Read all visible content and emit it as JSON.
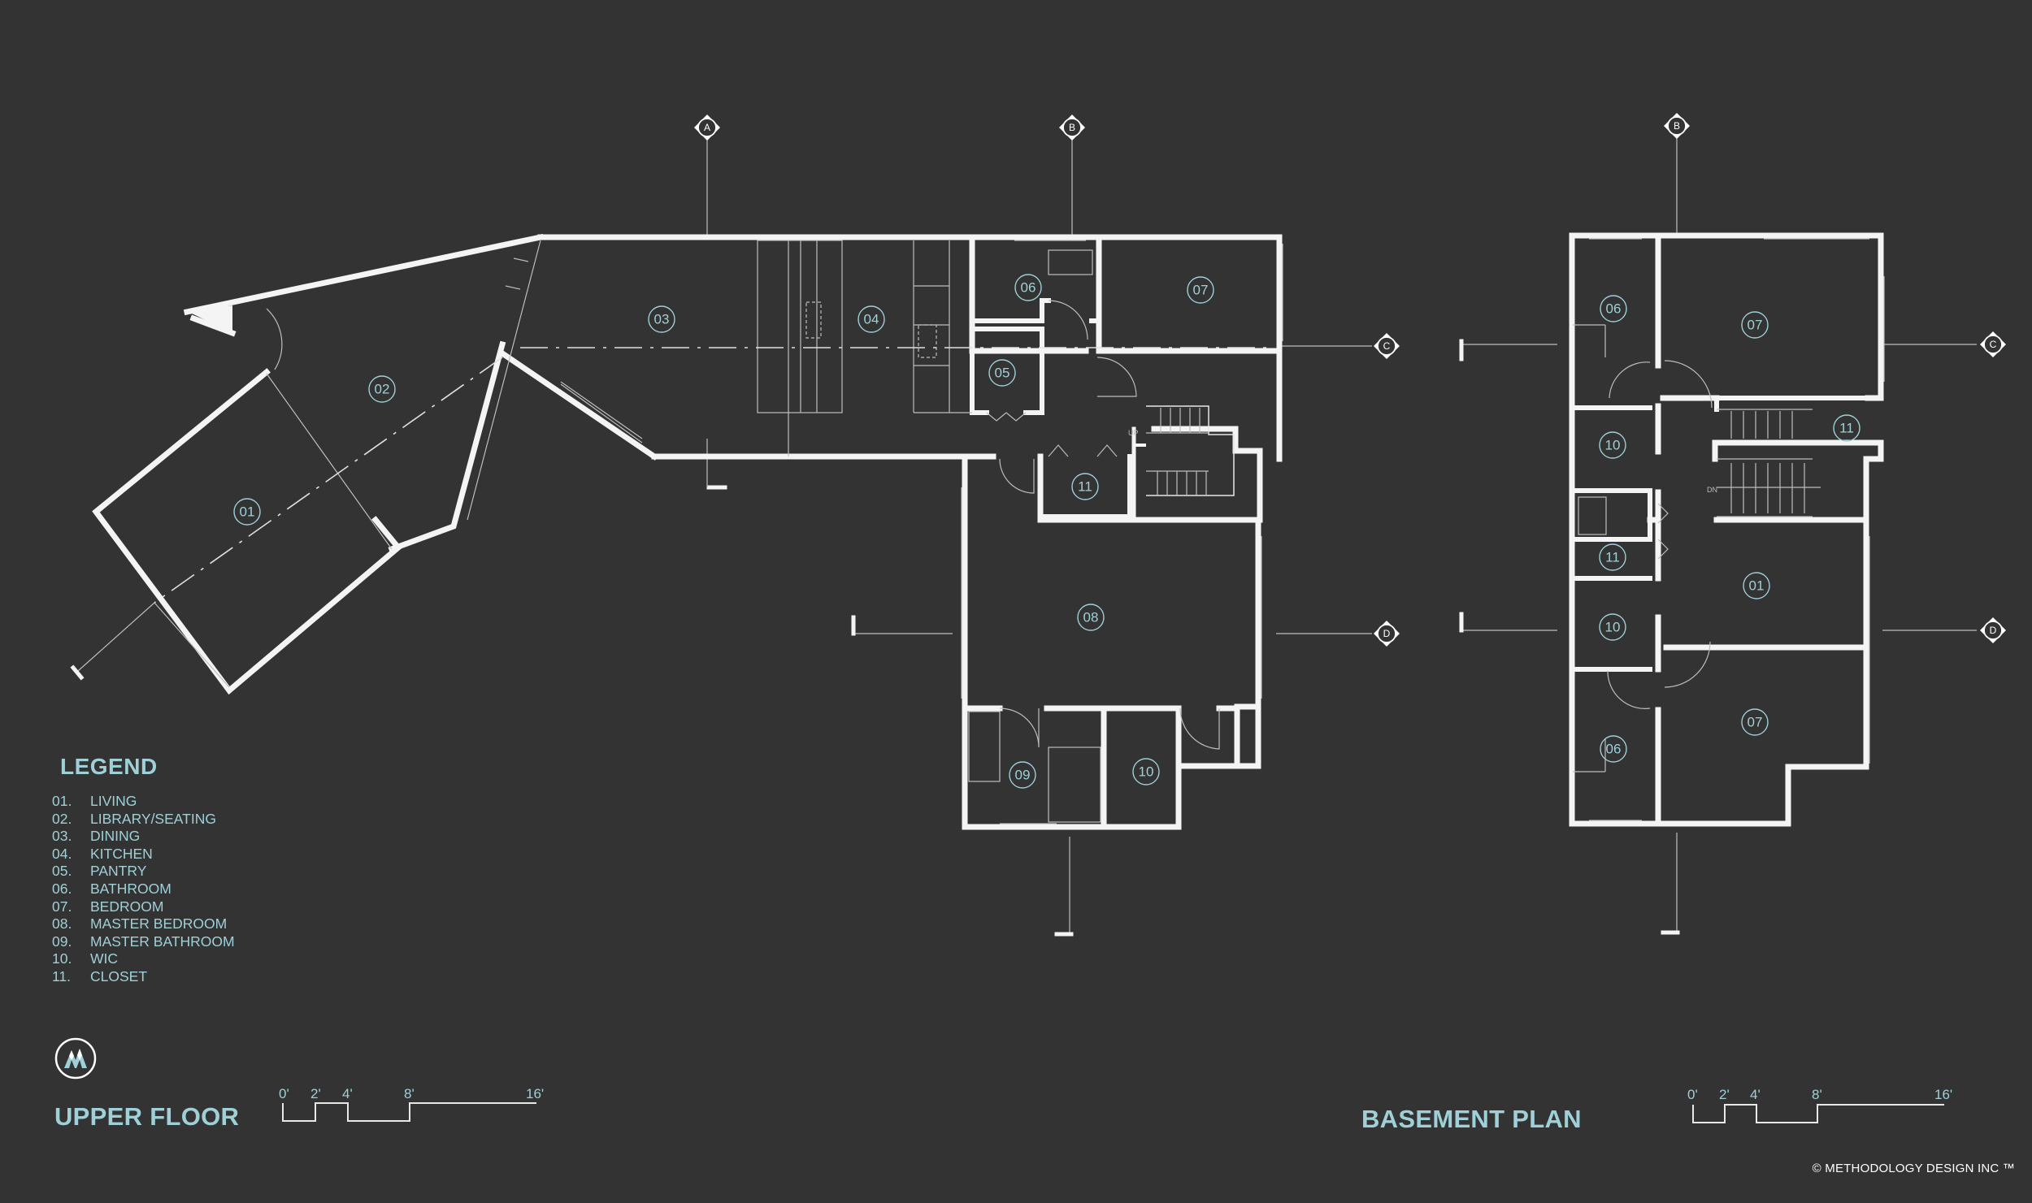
{
  "legend": {
    "title": "LEGEND",
    "items": [
      {
        "num": "01.",
        "label": "LIVING"
      },
      {
        "num": "02.",
        "label": "LIBRARY/SEATING"
      },
      {
        "num": "03.",
        "label": "DINING"
      },
      {
        "num": "04.",
        "label": "KITCHEN"
      },
      {
        "num": "05.",
        "label": "PANTRY"
      },
      {
        "num": "06.",
        "label": "BATHROOM"
      },
      {
        "num": "07.",
        "label": "BEDROOM"
      },
      {
        "num": "08.",
        "label": "MASTER BEDROOM"
      },
      {
        "num": "09.",
        "label": "MASTER BATHROOM"
      },
      {
        "num": "10.",
        "label": "WIC"
      },
      {
        "num": "11.",
        "label": "CLOSET"
      }
    ]
  },
  "upper_floor": {
    "title": "UPPER FLOOR",
    "grid_lines": [
      "A",
      "B",
      "C",
      "D"
    ],
    "room_tags": [
      "01",
      "02",
      "03",
      "04",
      "05",
      "06",
      "07",
      "08",
      "09",
      "10",
      "11"
    ],
    "stair_note": "UP"
  },
  "basement": {
    "title": "BASEMENT PLAN",
    "grid_lines": [
      "B",
      "C",
      "D"
    ],
    "room_tags": [
      "06",
      "07",
      "10",
      "11",
      "11",
      "01",
      "10",
      "07",
      "06"
    ],
    "stair_note": "DN"
  },
  "scale_bar": {
    "labels": [
      "0'",
      "2'",
      "4'",
      "8'",
      "16'"
    ]
  },
  "copyright": "© METHODOLOGY DESIGN INC ™",
  "colors": {
    "background": "#333333",
    "walls": "#f4f4f4",
    "accent": "#9fd0d8"
  },
  "logo_icon": "mountain-logo-icon"
}
